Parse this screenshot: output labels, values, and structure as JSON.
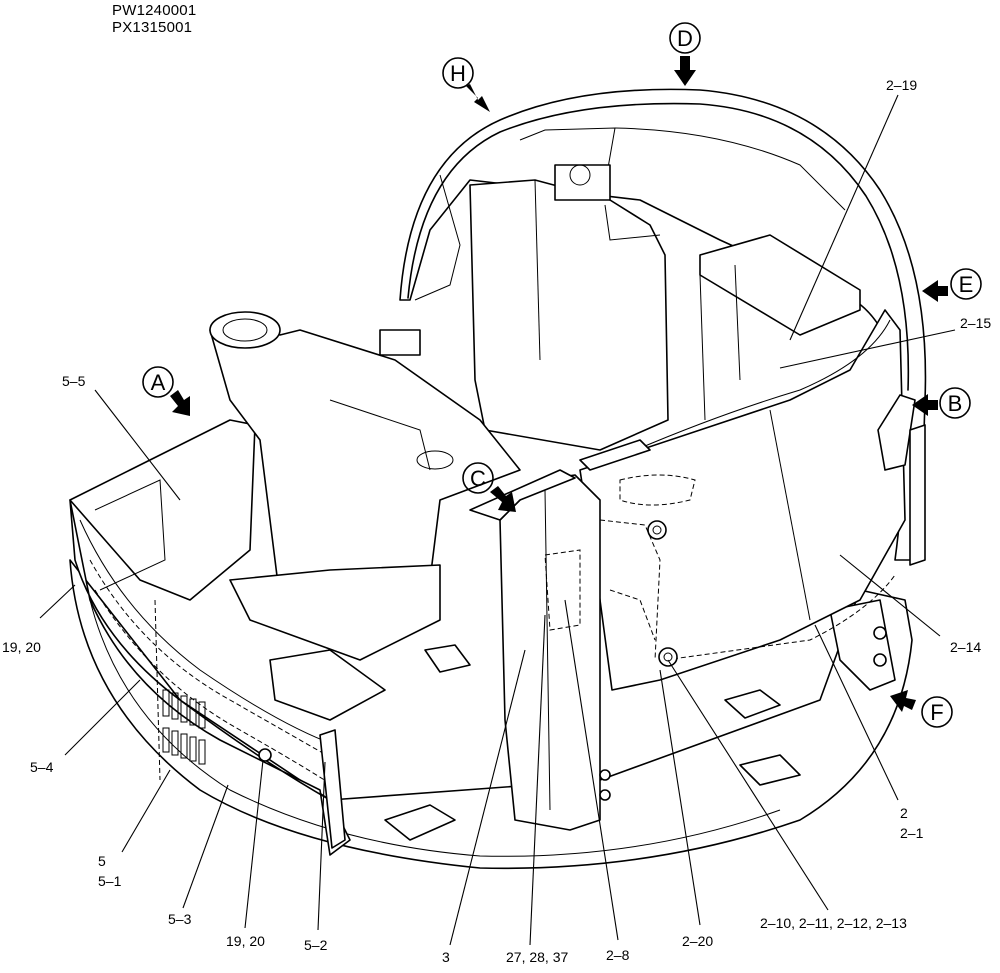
{
  "header": {
    "codes": [
      "PW1240001",
      "PX1315001"
    ]
  },
  "view_markers": [
    "H",
    "D",
    "E",
    "B",
    "A",
    "C",
    "F"
  ],
  "callouts": {
    "c_2_19": "2–19",
    "c_2_15": "2–15",
    "c_2_14": "2–14",
    "c_2": "2",
    "c_2_1": "2–1",
    "c_2_10_13": "2–10, 2–11, 2–12, 2–13",
    "c_2_20": "2–20",
    "c_2_8": "2–8",
    "c_27_28_37": "27, 28, 37",
    "c_3": "3",
    "c_5_2": "5–2",
    "c_19_20_bottom": "19, 20",
    "c_5_3": "5–3",
    "c_5": "5",
    "c_5_1": "5–1",
    "c_5_4": "5–4",
    "c_19_20_left": "19, 20",
    "c_5_5": "5–5"
  }
}
